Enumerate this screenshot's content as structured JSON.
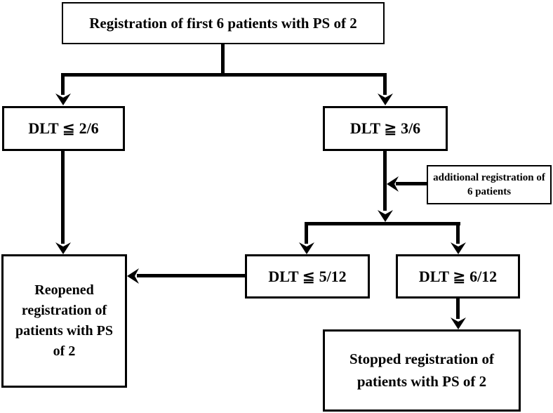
{
  "diagram": {
    "description": "Flowchart of patient registration rules based on DLT counts",
    "colors": {
      "background": "#ffffff",
      "line": "#000000",
      "border": "#000000",
      "text": "#000000"
    },
    "nodes": {
      "start": {
        "label": "Registration of first 6 patients with PS of 2"
      },
      "dlt_le_2_6": {
        "label": "DLT ≦ 2/6"
      },
      "dlt_ge_3_6": {
        "label": "DLT ≧ 3/6"
      },
      "additional": {
        "label": "additional registration of 6 patients"
      },
      "dlt_le_5_12": {
        "label": "DLT ≦ 5/12"
      },
      "dlt_ge_6_12": {
        "label": "DLT ≧ 6/12"
      },
      "reopened": {
        "label": "Reopened registration of patients with PS of 2"
      },
      "stopped": {
        "label": "Stopped registration of patients with PS of 2"
      }
    },
    "edges": [
      {
        "from": "start",
        "to": "dlt_le_2_6"
      },
      {
        "from": "start",
        "to": "dlt_ge_3_6"
      },
      {
        "from": "additional",
        "to": "dlt_ge_3_6_branch"
      },
      {
        "from": "dlt_ge_3_6",
        "to": "dlt_le_5_12"
      },
      {
        "from": "dlt_ge_3_6",
        "to": "dlt_ge_6_12"
      },
      {
        "from": "dlt_le_2_6",
        "to": "reopened"
      },
      {
        "from": "dlt_le_5_12",
        "to": "reopened"
      },
      {
        "from": "dlt_ge_6_12",
        "to": "stopped"
      }
    ]
  }
}
